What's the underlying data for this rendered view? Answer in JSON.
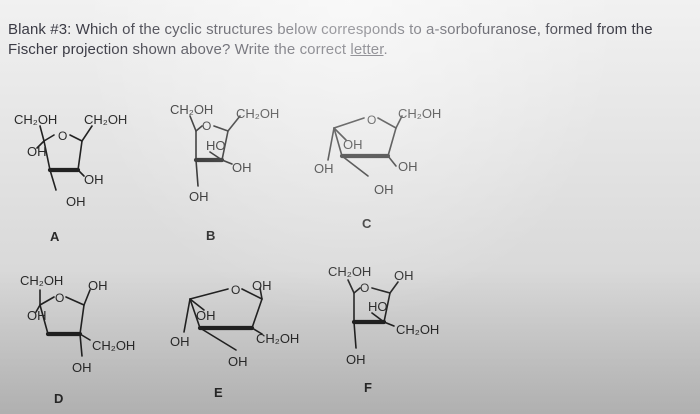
{
  "question": {
    "text_main": "Blank #3: Which of the cyclic structures below corresponds to a-sorbofuranose, formed from the Fischer projection shown above? Write the correct ",
    "text_emphasis": "letter",
    "text_end": "."
  },
  "structures": [
    {
      "letter": "A",
      "labels": {
        "ring_o": "O",
        "tl": "CH₂OH",
        "tr": "CH₂OH",
        "left_sub": "OH",
        "right_sub": "OH",
        "bottom_sub": "OH"
      }
    },
    {
      "letter": "B",
      "labels": {
        "ring_o": "O",
        "tl": "CH₂OH",
        "tr": "CH₂OH",
        "left_sub": "HO",
        "right_sub": "OH",
        "bottom_sub": "OH"
      }
    },
    {
      "letter": "C",
      "labels": {
        "ring_o": "O",
        "tr": "CH₂OH",
        "center_sub": "OH",
        "left_sub": "OH",
        "right_sub": "OH",
        "bottom_sub": "OH"
      }
    },
    {
      "letter": "D",
      "labels": {
        "ring_o": "O",
        "tl": "CH₂OH",
        "tr": "OH",
        "left_sub": "OH",
        "right_sub": "CH₂OH",
        "bottom_sub": "OH"
      }
    },
    {
      "letter": "E",
      "labels": {
        "ring_o": "O",
        "tr": "OH",
        "center_sub": "OH",
        "left_sub": "OH",
        "right_sub": "CH₂OH",
        "bottom_sub": "OH"
      }
    },
    {
      "letter": "F",
      "labels": {
        "ring_o": "O",
        "tl": "CH₂OH",
        "tr": "OH",
        "left_sub": "HO",
        "right_sub": "CH₂OH",
        "bottom_sub": "OH"
      }
    }
  ]
}
